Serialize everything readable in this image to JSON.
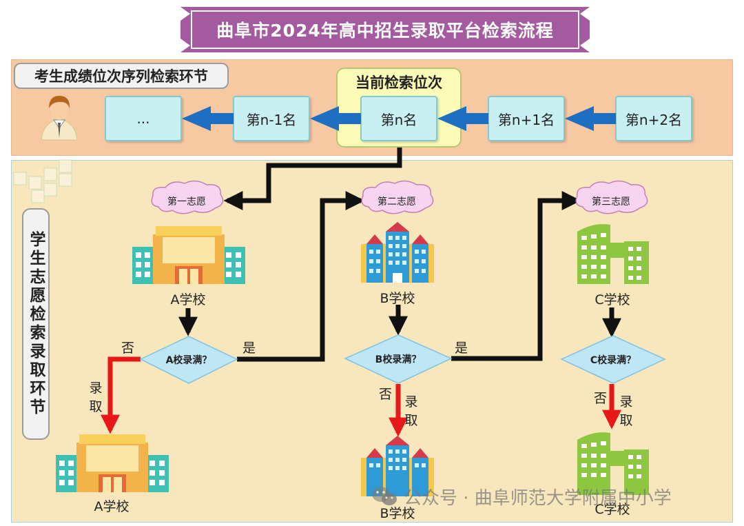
{
  "title": "曲阜市2024年高中招生录取平台检索流程",
  "rank_section": {
    "label": "考生成绩位次序列检索环节",
    "current_label": "当前检索位次",
    "boxes": [
      "...",
      "第n-1名",
      "第n名",
      "第n+1名",
      "第n+2名"
    ]
  },
  "vol_section": {
    "label": "学生志愿检索录取环节",
    "choices": [
      "第一志愿",
      "第二志愿",
      "第三志愿"
    ],
    "schools": [
      "A学校",
      "B学校",
      "C学校"
    ],
    "checks": [
      "A校录满？",
      "B校录满？",
      "C校录满？"
    ],
    "yes": "是",
    "no": "否",
    "admit": [
      "录",
      "取"
    ]
  },
  "watermark": "公众号 · 曲阜师范大学附属中小学",
  "colors": {
    "banner": "#a35a9e",
    "rank_bg": "#f7c9a3",
    "vol_bg": "#f8e7bc",
    "arrow_blue": "#1e6fc2",
    "admit_red": "#e81818",
    "flow_black": "#111111"
  }
}
